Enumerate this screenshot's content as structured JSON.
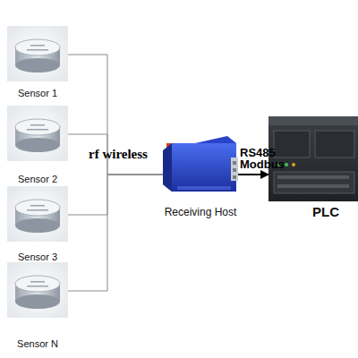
{
  "diagram": {
    "nodes": [
      {
        "text": [
          "Sensor 1"
        ]
      },
      {
        "text": [
          "Sensor 2"
        ]
      },
      {
        "text": [
          "Sensor 3"
        ]
      },
      {
        "text": [
          "Sensor N"
        ]
      },
      {
        "text": [
          "Receiving Host"
        ]
      },
      {
        "text": [
          "PLC"
        ]
      }
    ],
    "edges": [
      {
        "from": 0,
        "to": 4,
        "arrow": "none",
        "label": "rf wireless"
      },
      {
        "from": 1,
        "to": 4,
        "arrow": "none"
      },
      {
        "from": 2,
        "to": 4,
        "arrow": "none"
      },
      {
        "from": 3,
        "to": 4,
        "arrow": "none"
      },
      {
        "from": 4,
        "to": 5,
        "arrow": "to",
        "label": "RS485 Modbus"
      }
    ]
  }
}
